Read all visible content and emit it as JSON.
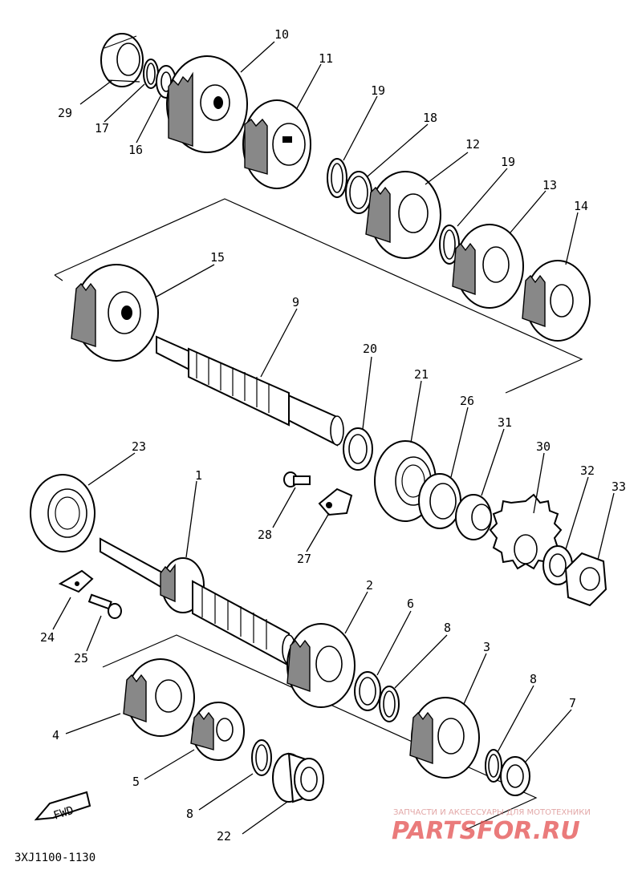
{
  "diagram_code": "3XJ1100-1130",
  "fwd_label": "FWD",
  "watermark": {
    "tagline": "ЗАПЧАСТИ И АКСЕССУАРЫ ДЛЯ МОТОТЕХНИКИ",
    "brand": "PARTSFOR.RU"
  },
  "callouts": [
    "1",
    "2",
    "3",
    "4",
    "5",
    "6",
    "7",
    "8",
    "8",
    "8",
    "9",
    "10",
    "11",
    "12",
    "13",
    "14",
    "15",
    "16",
    "17",
    "18",
    "19",
    "19",
    "20",
    "21",
    "22",
    "23",
    "24",
    "25",
    "26",
    "27",
    "28",
    "29",
    "30",
    "31",
    "32",
    "33"
  ],
  "parts": [
    {
      "id": "29",
      "kind": "bearing"
    },
    {
      "id": "17",
      "kind": "circlip"
    },
    {
      "id": "16",
      "kind": "washer"
    },
    {
      "id": "10",
      "kind": "gear"
    },
    {
      "id": "11",
      "kind": "gear"
    },
    {
      "id": "19",
      "kind": "circlip"
    },
    {
      "id": "18",
      "kind": "washer"
    },
    {
      "id": "12",
      "kind": "gear"
    },
    {
      "id": "13",
      "kind": "gear"
    },
    {
      "id": "14",
      "kind": "gear"
    },
    {
      "id": "15",
      "kind": "gear"
    },
    {
      "id": "9",
      "kind": "drive-axle"
    },
    {
      "id": "20",
      "kind": "washer"
    },
    {
      "id": "21",
      "kind": "bearing"
    },
    {
      "id": "26",
      "kind": "oil-seal"
    },
    {
      "id": "31",
      "kind": "collar"
    },
    {
      "id": "30",
      "kind": "drive-sprocket"
    },
    {
      "id": "32",
      "kind": "lock-washer"
    },
    {
      "id": "33",
      "kind": "nut"
    },
    {
      "id": "23",
      "kind": "bearing"
    },
    {
      "id": "1",
      "kind": "main-axle"
    },
    {
      "id": "28",
      "kind": "bolt"
    },
    {
      "id": "27",
      "kind": "bearing-retainer"
    },
    {
      "id": "24",
      "kind": "bearing-retainer"
    },
    {
      "id": "25",
      "kind": "bolt"
    },
    {
      "id": "2",
      "kind": "gear"
    },
    {
      "id": "6",
      "kind": "washer"
    },
    {
      "id": "8",
      "kind": "circlip"
    },
    {
      "id": "3",
      "kind": "gear"
    },
    {
      "id": "7",
      "kind": "lock-washer"
    },
    {
      "id": "4",
      "kind": "gear"
    },
    {
      "id": "5",
      "kind": "gear"
    },
    {
      "id": "22",
      "kind": "bearing"
    }
  ]
}
